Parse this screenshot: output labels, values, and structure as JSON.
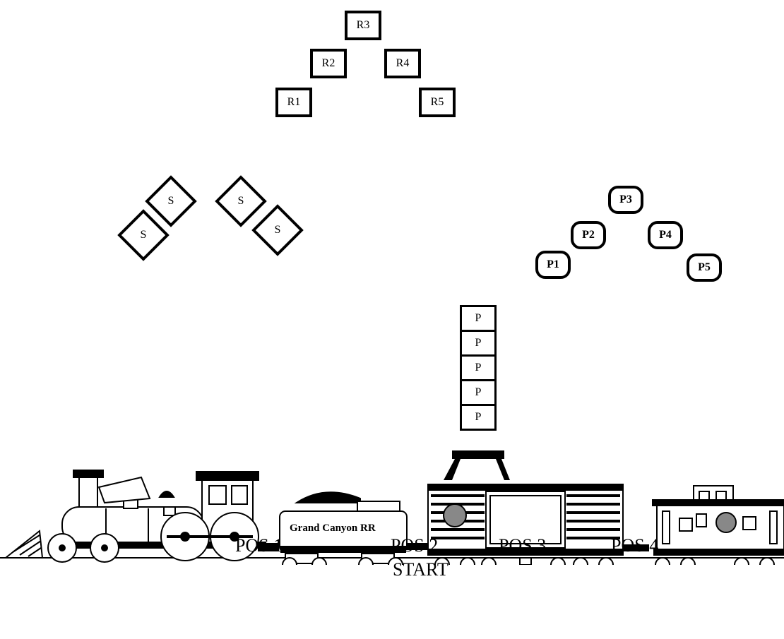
{
  "r_boxes": [
    "R1",
    "R2",
    "R3",
    "R4",
    "R5"
  ],
  "s_boxes": [
    "S",
    "S",
    "S",
    "S"
  ],
  "p_pills": [
    "P1",
    "P2",
    "P3",
    "P4",
    "P5"
  ],
  "p_stack": [
    "P",
    "P",
    "P",
    "P",
    "P"
  ],
  "tender_label": "Grand Canyon RR",
  "positions": {
    "pos1": "POS 1",
    "pos2": "POS 2",
    "start": "START",
    "pos3": "POS 3",
    "pos4": "POS 4"
  }
}
